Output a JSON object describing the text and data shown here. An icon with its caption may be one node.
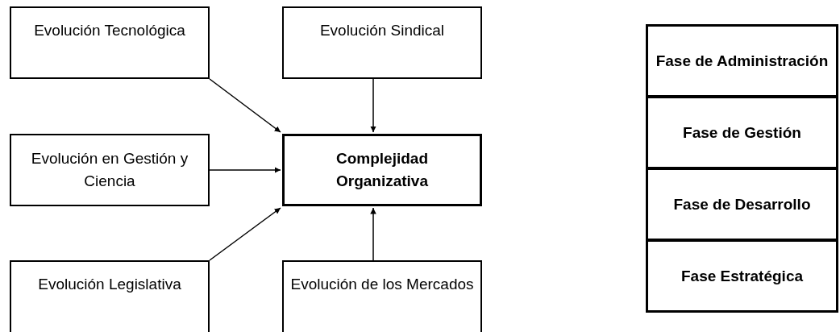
{
  "diagram": {
    "nodes": [
      {
        "text": [
          "Evolución Tecnológica"
        ]
      },
      {
        "text": [
          "Evolución Sindical"
        ]
      },
      {
        "text": [
          "Evolución en Gestión y Ciencia"
        ]
      },
      {
        "text": [
          "Complejidad Organizativa"
        ]
      },
      {
        "text": [
          "Evolución Legislativa"
        ]
      },
      {
        "text": [
          "Evolución de los Mercados"
        ]
      },
      {
        "text": [
          "Fase de Administración"
        ]
      },
      {
        "text": [
          "Fase de Gestión"
        ]
      },
      {
        "text": [
          "Fase de Desarrollo"
        ]
      },
      {
        "text": [
          "Fase Estratégica"
        ]
      }
    ],
    "edges": [
      {
        "from": 0,
        "to": 3,
        "arrow": "to"
      },
      {
        "from": 1,
        "to": 3,
        "arrow": "to"
      },
      {
        "from": 2,
        "to": 3,
        "arrow": "to"
      },
      {
        "from": 4,
        "to": 3,
        "arrow": "to"
      },
      {
        "from": 5,
        "to": 3,
        "arrow": "to"
      }
    ]
  }
}
